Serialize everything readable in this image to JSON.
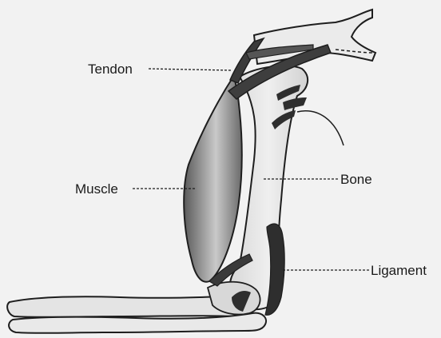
{
  "labels": {
    "tendon": "Tendon",
    "muscle": "Muscle",
    "bone": "Bone",
    "ligament": "Ligament"
  },
  "colors": {
    "background": "#f2f2f2",
    "outline": "#1e1e1e",
    "bone_fill": "#e6e6e6",
    "muscle_dark": "#4a4a4a",
    "muscle_mid": "#9a9a9a",
    "tendon_dark": "#3a3a3a",
    "ligament_dark": "#2e2e2e"
  }
}
